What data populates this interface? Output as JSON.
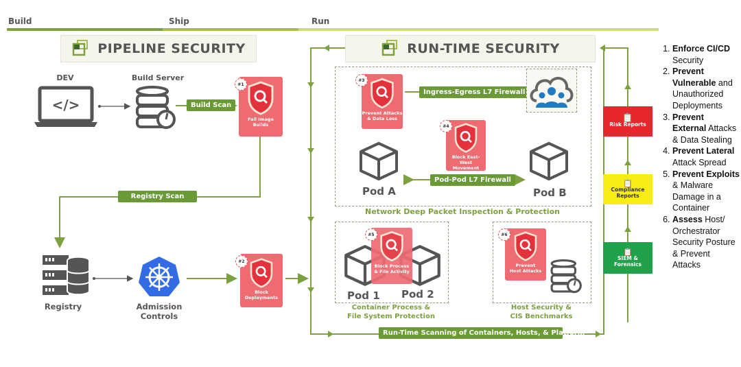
{
  "phases": [
    {
      "label": "Build",
      "color": "#7ea13f"
    },
    {
      "label": "Ship",
      "color": "#a7bd45"
    },
    {
      "label": "Run",
      "color": "#cddd7a"
    }
  ],
  "pipeline": {
    "title": "PIPELINE SECURITY",
    "dev_label": "DEV",
    "build_server_label": "Build Server",
    "build_scan": "Build Scan",
    "registry_scan": "Registry Scan",
    "registry_label": "Registry",
    "admission_label": "Admission Controls"
  },
  "runtime": {
    "title": "RUN-TIME SECURITY",
    "ingress_label": "Ingress-Egress L7 Firewall",
    "podpod_label": "Pod-Pod L7 Firewall",
    "pod_a": "Pod A",
    "pod_b": "Pod B",
    "network_caption": "Network Deep Packet Inspection & Protection",
    "pod_1": "Pod 1",
    "pod_2": "Pod 2",
    "container_caption_1": "Container Process &",
    "container_caption_2": "File System Protection",
    "host_caption_1": "Host Security &",
    "host_caption_2": "CIS Benchmarks",
    "scanning_label": "Run-Time Scanning of Containers, Hosts, & Platform"
  },
  "cards": [
    {
      "num": "#1",
      "line1": "Fail Image",
      "line2": "Builds"
    },
    {
      "num": "#2",
      "line1": "Block",
      "line2": "Deployments"
    },
    {
      "num": "#3",
      "line1": "Prevent Attacks",
      "line2": "& Data Loss"
    },
    {
      "num": "#4",
      "line1": "Block East-West",
      "line2": "Movement"
    },
    {
      "num": "#5",
      "line1": "Block Process",
      "line2": "& File Activity"
    },
    {
      "num": "#6",
      "line1": "Prevent",
      "line2": "Host Attacks"
    }
  ],
  "reports": [
    {
      "line1": "Risk Reports",
      "line2": "",
      "bg": "#e8262d",
      "fg": "#ffffff"
    },
    {
      "line1": "Compliance",
      "line2": "Reports",
      "bg": "#f7ec13",
      "fg": "#333333"
    },
    {
      "line1": "SIEM &",
      "line2": "Forensics",
      "bg": "#1fa24a",
      "fg": "#ffffff"
    }
  ],
  "legend": [
    {
      "bold": "Enforce CI/CD",
      "rest": " Security"
    },
    {
      "bold": "Prevent Vulnerable",
      "rest": " and Unauthorized Deployments"
    },
    {
      "bold": "Prevent External",
      "rest": " Attacks & Data Stealing"
    },
    {
      "bold": "Prevent Lateral",
      "rest": " Attack Spread"
    },
    {
      "bold": "Prevent Exploits",
      "rest": " & Malware Damage in a Container"
    },
    {
      "bold": "Assess",
      "rest": " Host/ Orchestrator Security Posture & Prevent Attacks"
    }
  ],
  "colors": {
    "green": "#7ea13f",
    "label_green": "#6a9a35",
    "card_red": "#ee6b72",
    "shield_red": "#e3323b",
    "k8s_blue": "#326ce5",
    "cloud_blue": "#1e7bc4"
  }
}
